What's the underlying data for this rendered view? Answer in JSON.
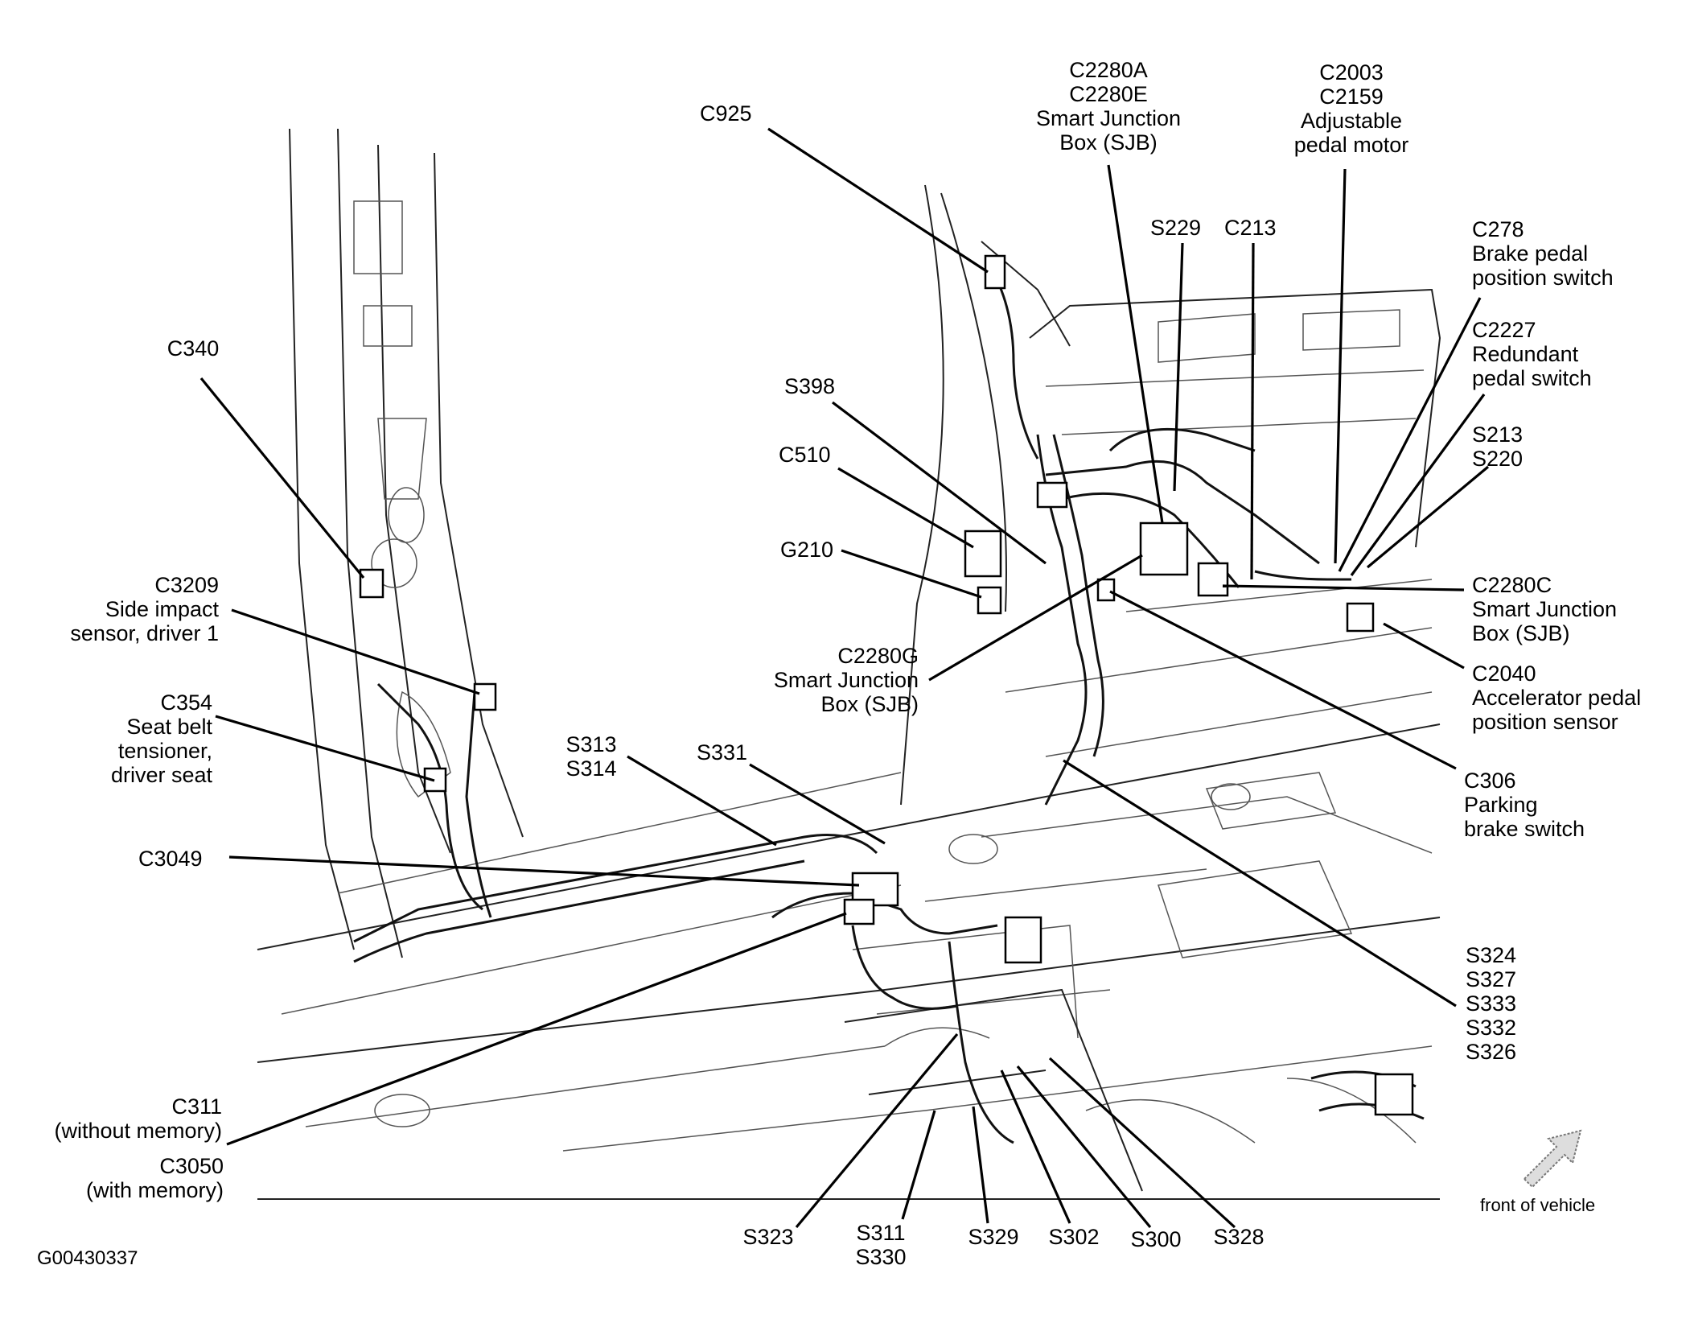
{
  "figure_id": "G00430337",
  "front_label": "front of vehicle",
  "labels": {
    "c925": [
      "C925"
    ],
    "c2280a": [
      "C2280A",
      "C2280E",
      "Smart Junction",
      "Box (SJB)"
    ],
    "c2003": [
      "C2003",
      "C2159",
      "Adjustable",
      "pedal motor"
    ],
    "s229": [
      "S229"
    ],
    "c213": [
      "C213"
    ],
    "c278": [
      "C278",
      "Brake pedal",
      "position switch"
    ],
    "c2227": [
      "C2227",
      "Redundant",
      "pedal switch"
    ],
    "s213": [
      "S213",
      "S220"
    ],
    "c340": [
      "C340"
    ],
    "s398": [
      "S398"
    ],
    "c510": [
      "C510"
    ],
    "g210": [
      "G210"
    ],
    "c2280c": [
      "C2280C",
      "Smart Junction",
      "Box (SJB)"
    ],
    "c3209": [
      "C3209",
      "Side impact",
      "sensor, driver 1"
    ],
    "c2280g": [
      "C2280G",
      "Smart Junction",
      "Box (SJB)"
    ],
    "c2040": [
      "C2040",
      "Accelerator pedal",
      "position sensor"
    ],
    "c354": [
      "C354",
      "Seat belt",
      "tensioner,",
      "driver seat"
    ],
    "s313": [
      "S313",
      "S314"
    ],
    "s331": [
      "S331"
    ],
    "c306": [
      "C306",
      "Parking",
      "brake switch"
    ],
    "c3049": [
      "C3049"
    ],
    "s324": [
      "S324",
      "S327",
      "S333",
      "S332",
      "S326"
    ],
    "c311": [
      "C311",
      "(without memory)"
    ],
    "c3050": [
      "C3050",
      "(with memory)"
    ],
    "s323": [
      "S323"
    ],
    "s311": [
      "S311",
      "S330"
    ],
    "s329": [
      "S329"
    ],
    "s302": [
      "S302"
    ],
    "s300": [
      "S300"
    ],
    "s328": [
      "S328"
    ]
  }
}
